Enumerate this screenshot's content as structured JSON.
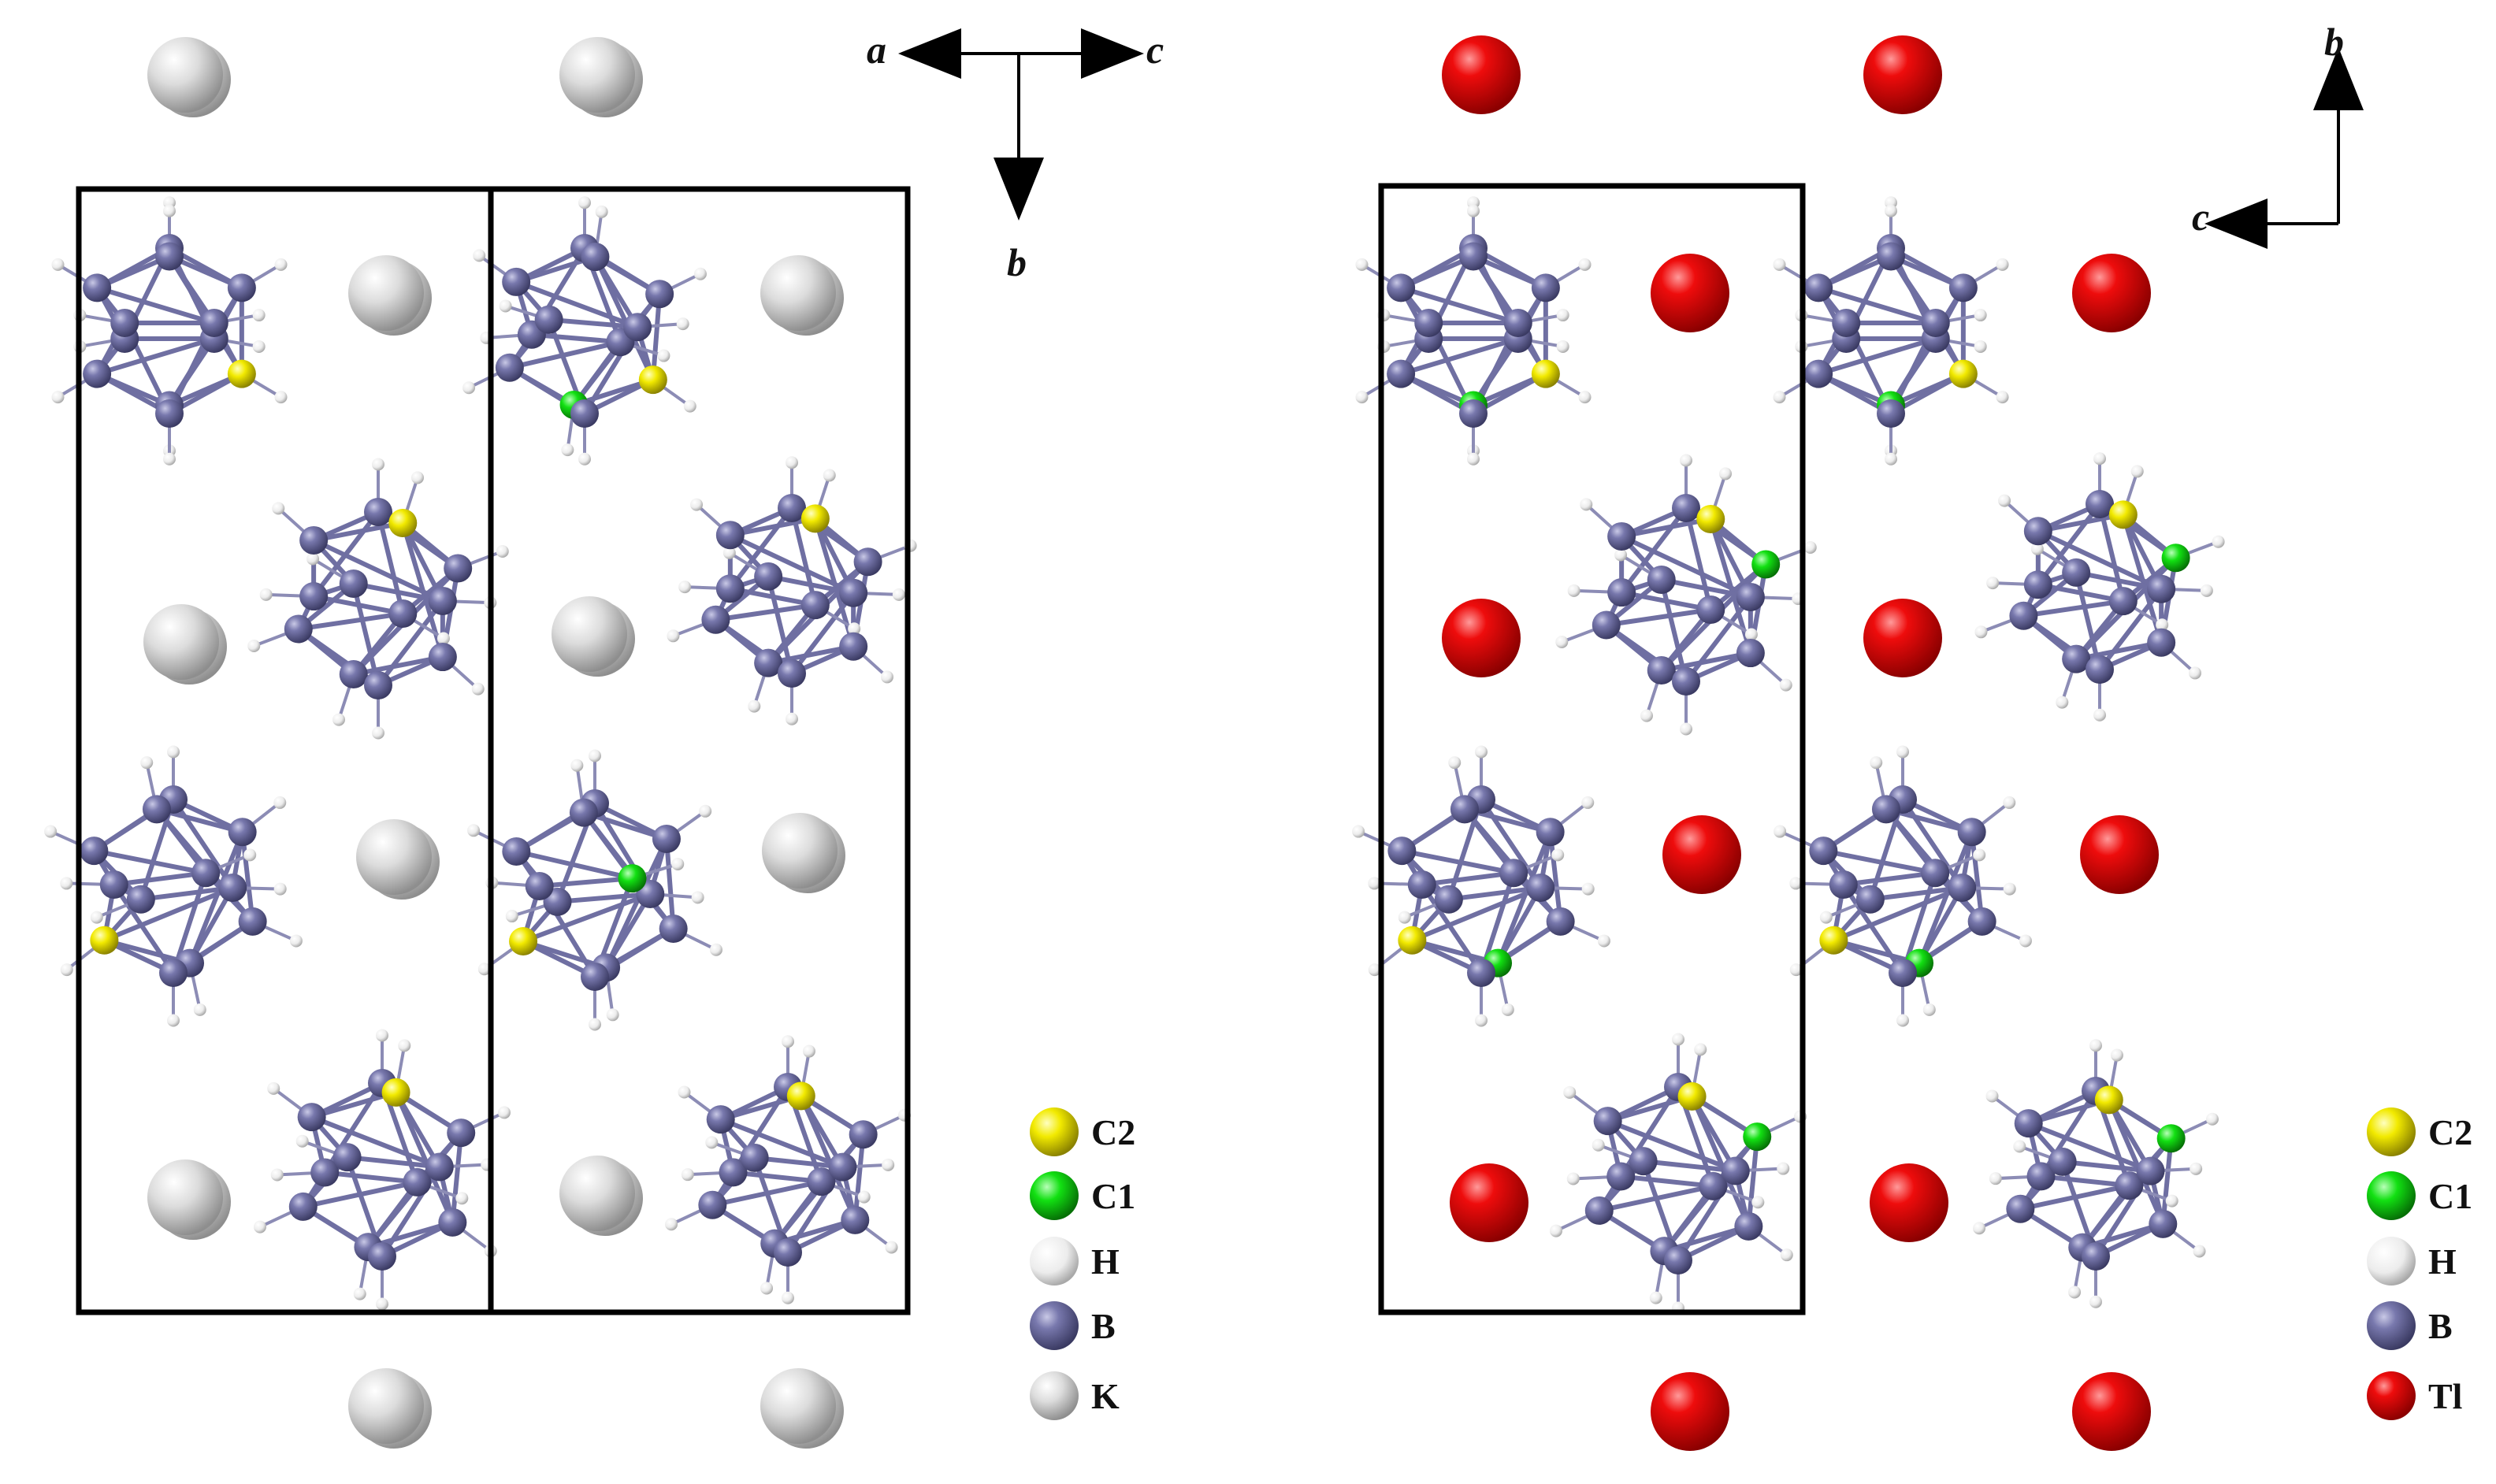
{
  "panels": [
    {
      "id": "left",
      "axes": {
        "labels": [
          "a",
          "c",
          "b"
        ]
      },
      "cation": "K",
      "legend": [
        {
          "label": "C2",
          "color": "#f0e800"
        },
        {
          "label": "C1",
          "color": "#10e010"
        },
        {
          "label": "H",
          "color": "#f2f2f2"
        },
        {
          "label": "B",
          "color": "#64649a"
        },
        {
          "label": "K",
          "color": "#d4d4d4"
        }
      ]
    },
    {
      "id": "right",
      "axes": {
        "labels": [
          "b",
          "c"
        ]
      },
      "cation": "Tl",
      "legend": [
        {
          "label": "C2",
          "color": "#f0e800"
        },
        {
          "label": "C1",
          "color": "#10e010"
        },
        {
          "label": "H",
          "color": "#f2f2f2"
        },
        {
          "label": "B",
          "color": "#64649a"
        },
        {
          "label": "Tl",
          "color": "#e00000"
        }
      ]
    }
  ],
  "colors": {
    "boron": "#64649a",
    "boron_bond": "#6f6fa2",
    "hydrogen": "#f2f2f2",
    "carbon1": "#10e010",
    "carbon2": "#f0e800",
    "potassium": "#d4d4d4",
    "thallium": "#e00000"
  }
}
